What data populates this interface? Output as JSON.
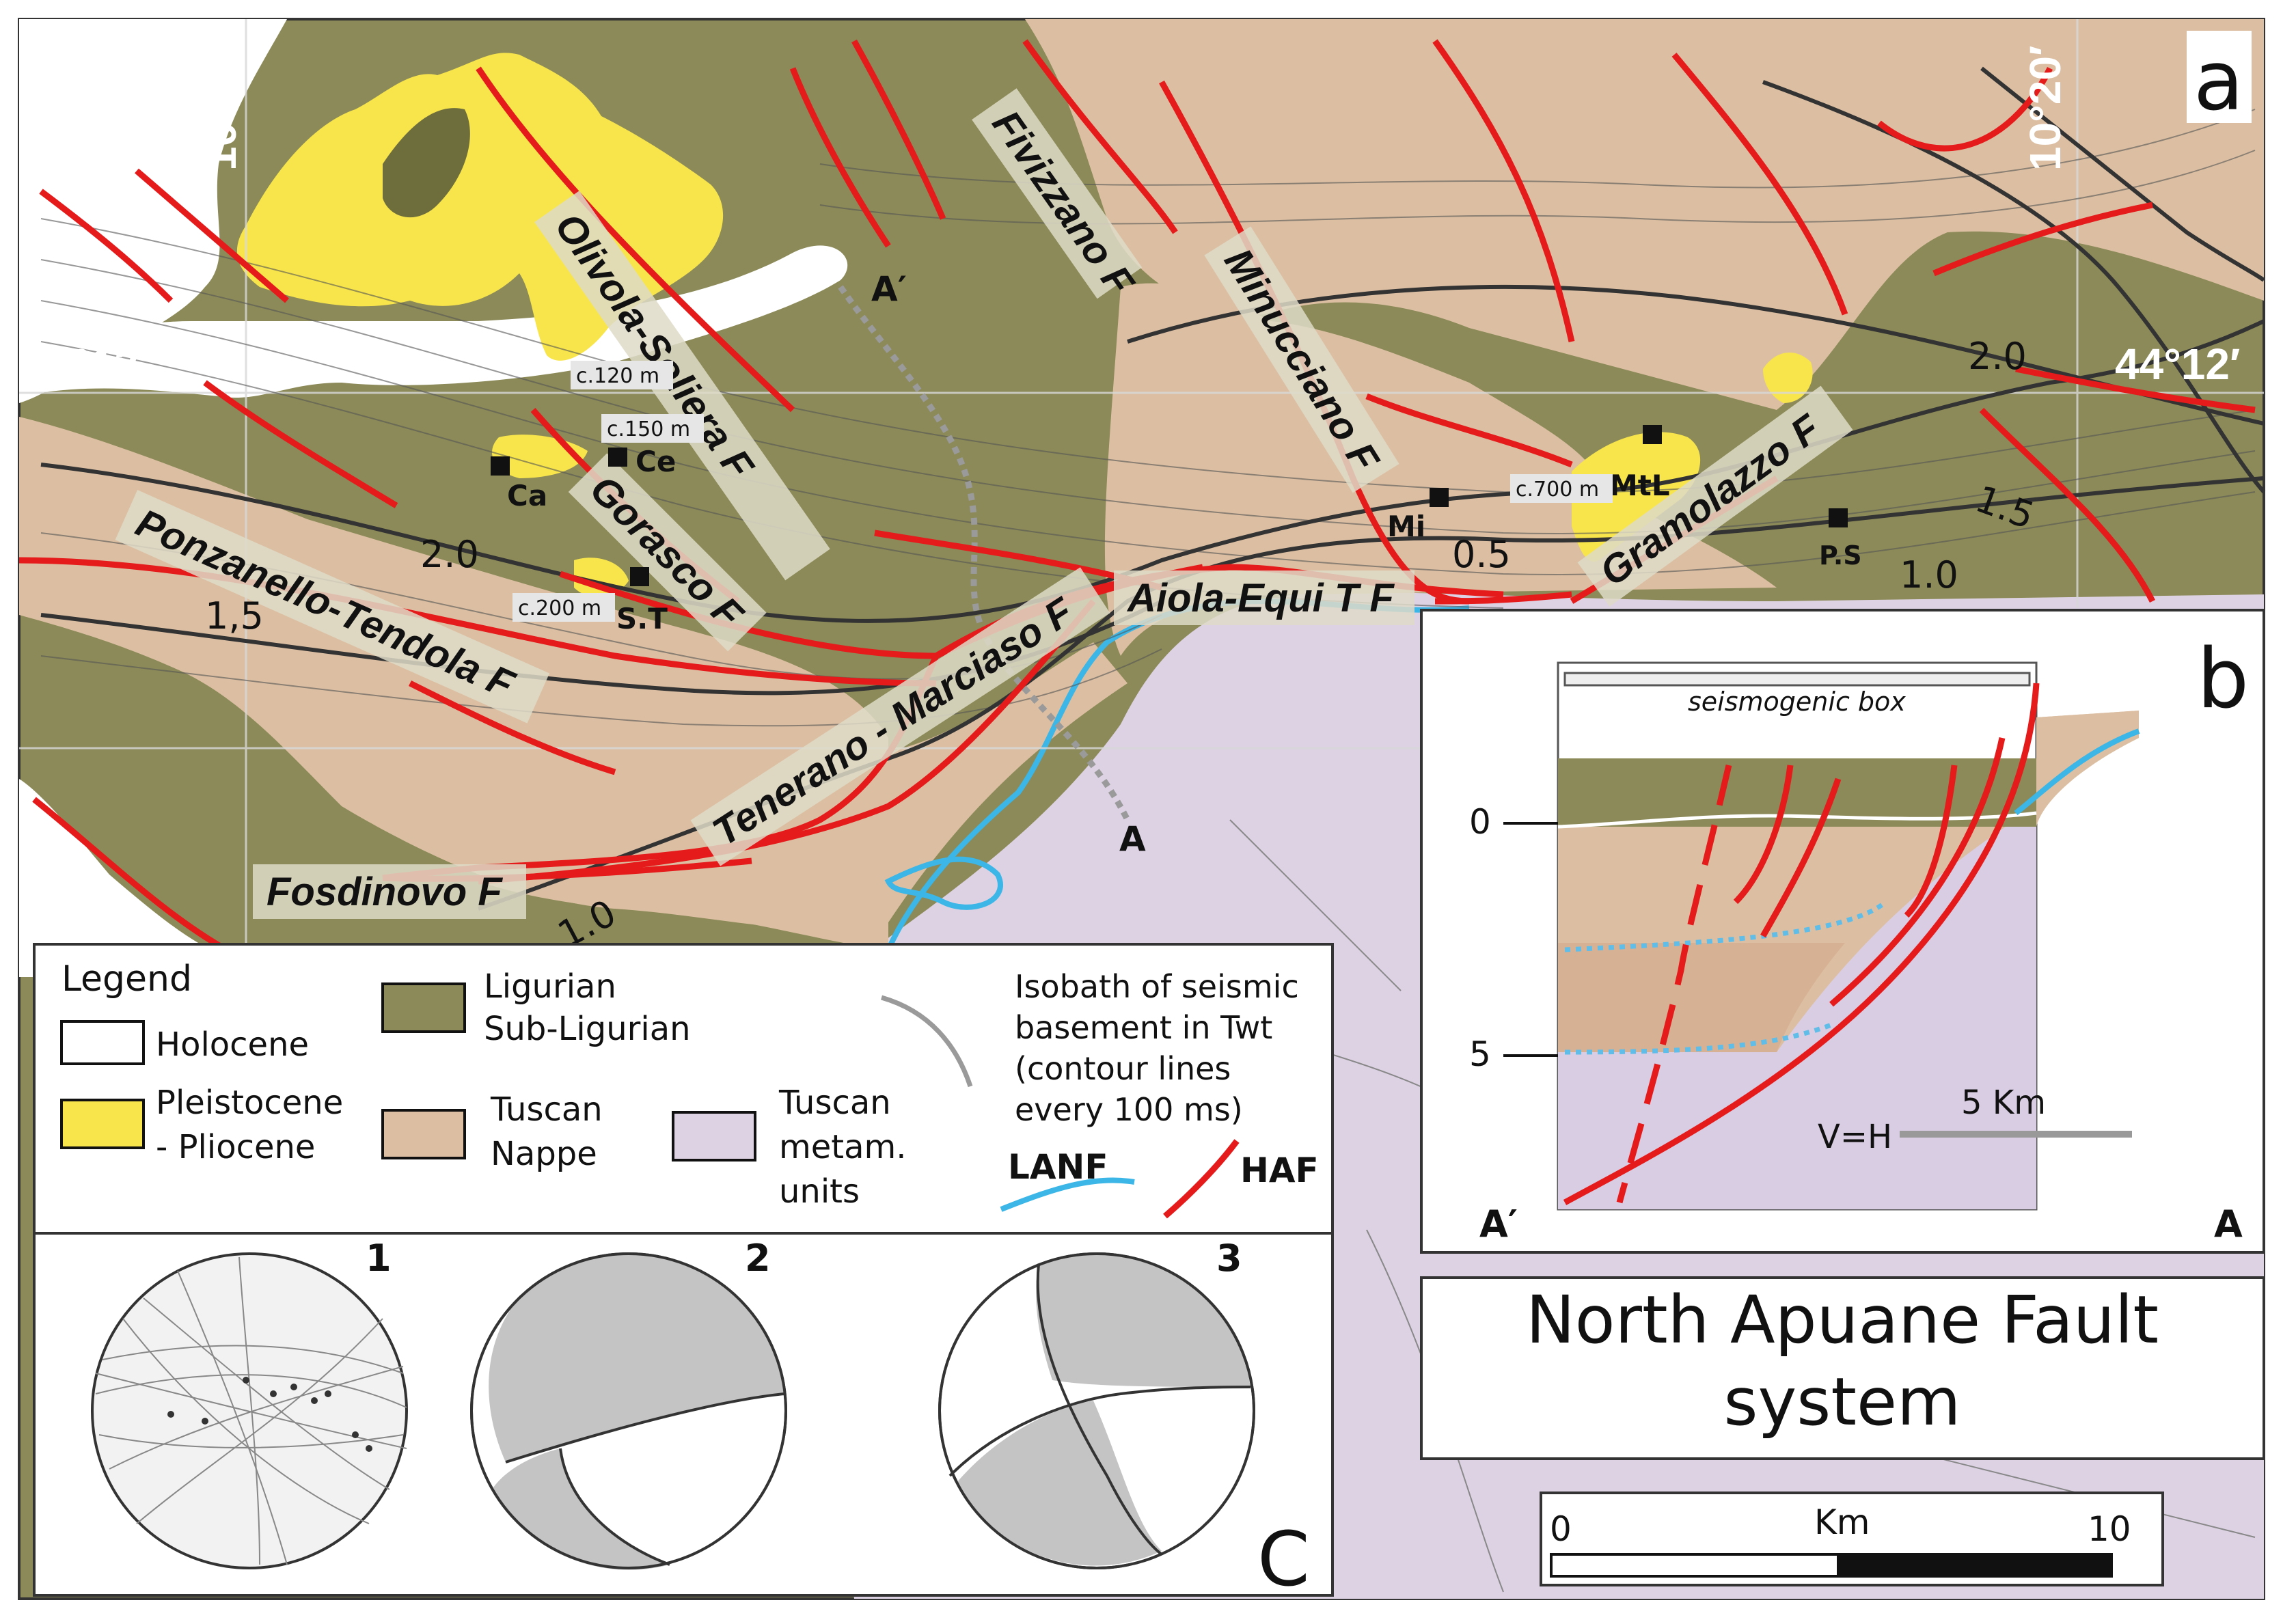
{
  "panels": {
    "a": "a",
    "b": "b",
    "c": "C"
  },
  "coordinates": {
    "lon_left": "10°00′",
    "lon_right": "10°20′",
    "lat_left": "44°12′",
    "lat_right": "44°12′"
  },
  "faults": {
    "olivola": "Olivola-Soliera F",
    "fivizzano": "Fivizzano F",
    "minucciano": "Minucciano F",
    "gramolazzo": "Gramolazzo F",
    "gorasco": "Gorasco F",
    "ponzanello": "Ponzanello-Tendola  F",
    "aiola": "Aiola-Equi T F",
    "tenerano": "Tenerano - Marciaso F",
    "fosdinovo": "Fosdinovo  F"
  },
  "places": {
    "ce": "Ce",
    "ca": "Ca",
    "st": "S.T",
    "mi": "Mi",
    "mtl": "MtL",
    "ps": "P.S"
  },
  "elevations": {
    "e120": "c.120 m",
    "e150": "c.150 m",
    "e200": "c.200 m",
    "e700": "c.700 m"
  },
  "section_ends": {
    "a_prime": "A′",
    "a": "A"
  },
  "isobath_labels": {
    "l20_left": "2.0",
    "l15_left": "1,5",
    "l10_left": "1.0",
    "l05": "0.5",
    "l20_right": "2.0",
    "l15_right": "1.5",
    "l10_right": "1.0"
  },
  "section": {
    "seismogenic_box": "seismogenic box",
    "depth_0": "0",
    "depth_5": "5",
    "scale": "5 Km",
    "ratio": "V=H",
    "left_end": "A′",
    "right_end": "A"
  },
  "legend": {
    "title": "Legend",
    "holocene": "Holocene",
    "pleistocene_1": "Pleistocene",
    "pleistocene_2": "- Pliocene",
    "ligurian_1": "Ligurian",
    "ligurian_2": "Sub-Ligurian",
    "tuscan_nappe_1": "Tuscan",
    "tuscan_nappe_2": "Nappe",
    "tuscan_metam_1": "Tuscan",
    "tuscan_metam_2": "metam.",
    "tuscan_metam_3": "units",
    "isobath_1": "Isobath of seismic",
    "isobath_2": "basement in Twt",
    "isobath_3": "(contour lines",
    "isobath_4": "every 100 ms)",
    "lanf": "LANF",
    "haf": "HAF"
  },
  "stereonets": {
    "n1": "1",
    "n2": "2",
    "n3": "3"
  },
  "title_box": {
    "line1": "North Apuane Fault",
    "line2": "system"
  },
  "scalebar": {
    "unit": "Km",
    "min": "0",
    "max": "10"
  },
  "colors": {
    "ligurian": "#8b8a58",
    "tuscan_nappe": "#dcbfa2",
    "tuscan_metam": "#ddd2e4",
    "pleistocene": "#f8e54b",
    "holocene": "#ffffff",
    "haf": "#e51b1b",
    "lanf": "#3bb6e6"
  }
}
